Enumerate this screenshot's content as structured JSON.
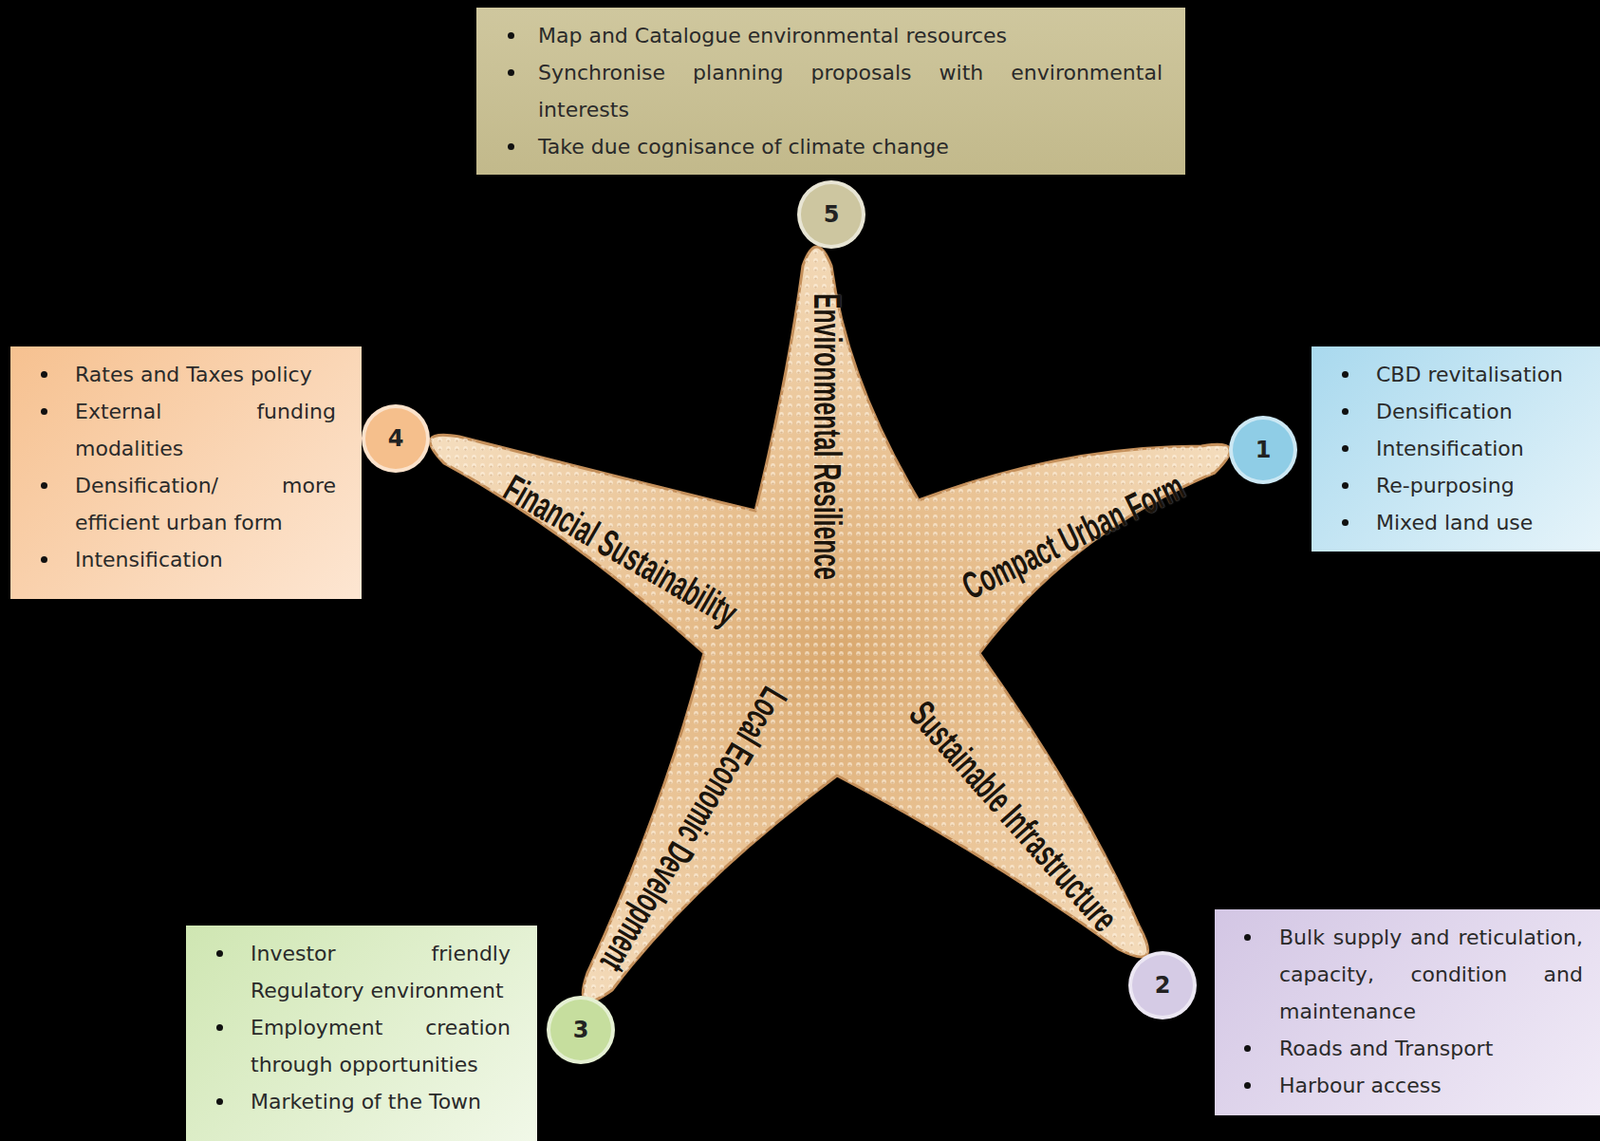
{
  "diagram": {
    "nodes": [
      {
        "text": [
          "Map and Catalogue environmental resources",
          "Synchronise planning proposals with environmental interests",
          "Take due cognisance of climate change"
        ]
      },
      {
        "text": [
          "5"
        ]
      },
      {
        "text": [
          "Rates and Taxes policy",
          "External funding modalities",
          "Densification/ more efficient urban form",
          "Intensification"
        ]
      },
      {
        "text": [
          "4"
        ]
      },
      {
        "text": [
          "CBD revitalisation",
          "Densification",
          "Intensification",
          "Re-purposing",
          "Mixed land use"
        ]
      },
      {
        "text": [
          "1"
        ]
      },
      {
        "text": [
          "Investor friendly Regulatory environment",
          "Employment creation through opportunities",
          "Marketing of the Town"
        ]
      },
      {
        "text": [
          "3"
        ]
      },
      {
        "text": [
          "Bulk supply and reticulation, capacity, condition and maintenance",
          "Roads and Transport",
          "Harbour access"
        ]
      },
      {
        "text": [
          "2"
        ]
      }
    ],
    "labels": [
      "Environmental Resilience",
      "Financial Sustainability",
      "Compact Urban Form",
      "Local Economic Development",
      "Sustainable Infrastructure"
    ]
  }
}
